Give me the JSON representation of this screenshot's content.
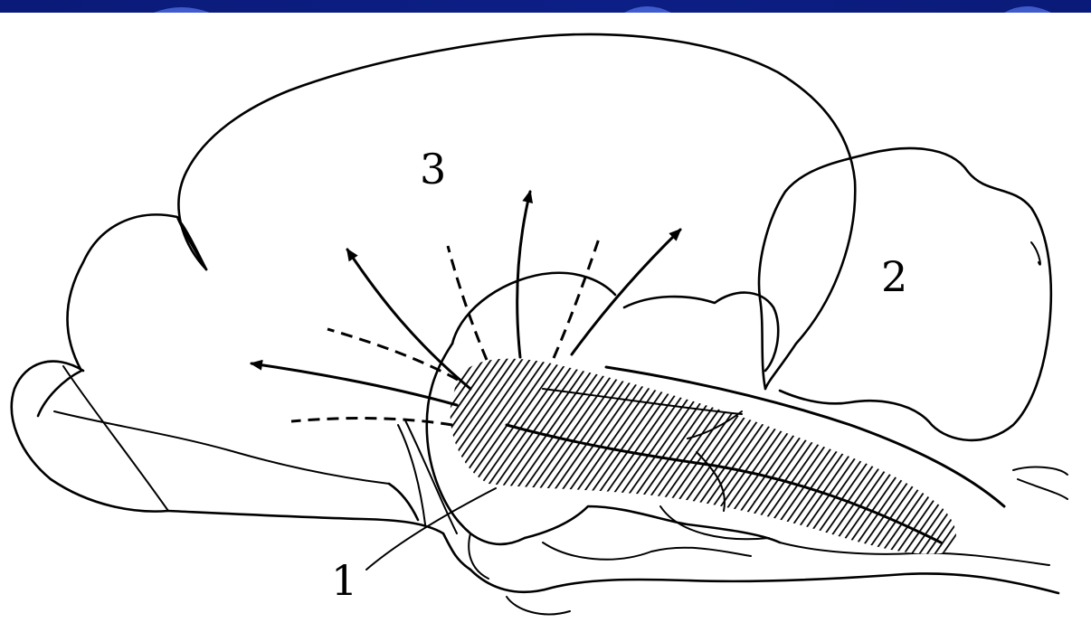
{
  "colors": {
    "top_bar": "#0a1a78",
    "top_bar_accent": "#3a5bd6",
    "ink": "#000000",
    "background": "#ffffff"
  },
  "labels": {
    "one": "1",
    "two": "2",
    "three": "3"
  }
}
